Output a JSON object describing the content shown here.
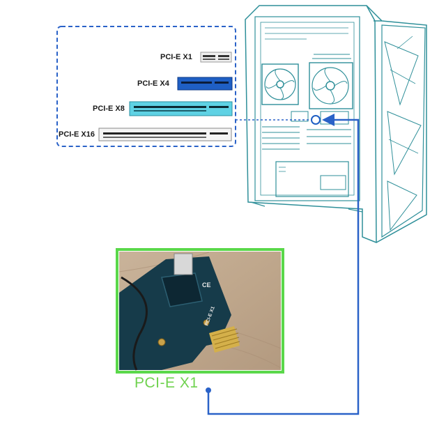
{
  "slots": [
    {
      "label": "PCI-E X1"
    },
    {
      "label": "PCI-E X4"
    },
    {
      "label": "PCI-E X8"
    },
    {
      "label": "PCI-E X16"
    }
  ],
  "photo": {
    "caption": "PCI-E X1",
    "board_text": [
      "CE",
      "PCI-E X1"
    ]
  },
  "colors": {
    "callout_border": "#2a62c8",
    "connector_line": "#2a62c8",
    "case_line": "#2e8f99",
    "photo_frame": "#5ad84a",
    "slot_x4": "#1f5fc4",
    "slot_x8": "#5fd2e4",
    "caption": "#6fd24f"
  }
}
